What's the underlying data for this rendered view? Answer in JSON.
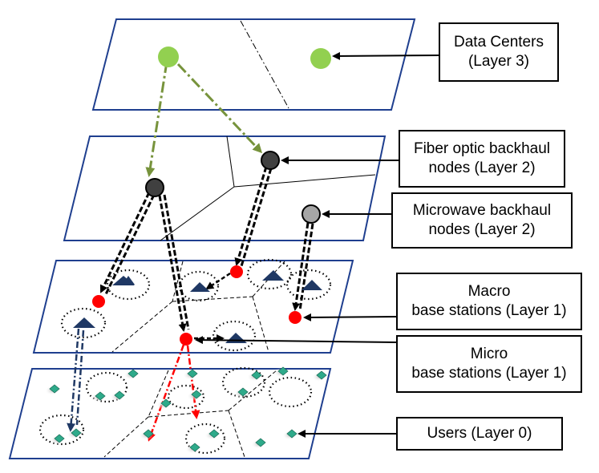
{
  "layers": [
    {
      "id": "layer-3",
      "label_lines": [
        "Data Centers",
        "(Layer 3)"
      ]
    },
    {
      "id": "layer-2-fiber",
      "label_lines": [
        "Fiber optic backhaul",
        "nodes (Layer 2)"
      ]
    },
    {
      "id": "layer-2-microwave",
      "label_lines": [
        "Microwave backhaul",
        "nodes (Layer 2)"
      ]
    },
    {
      "id": "layer-1-macro",
      "label_lines": [
        "Macro",
        "base stations (Layer 1)"
      ]
    },
    {
      "id": "layer-1-micro",
      "label_lines": [
        "Micro",
        "base stations (Layer 1)"
      ]
    },
    {
      "id": "layer-0",
      "label_lines": [
        "Users (Layer 0)"
      ]
    }
  ],
  "colors": {
    "plane_border": "#1f3f8f",
    "data_center": "#92d050",
    "fiber_node": "#404040",
    "microwave_node": "#a6a6a6",
    "macro_bs": "#ff0000",
    "micro_bs": "#1f3864",
    "user": "#2eaa8a",
    "green_link": "#77933c",
    "blue_link": "#1f3864",
    "red_link": "#ff0000"
  }
}
